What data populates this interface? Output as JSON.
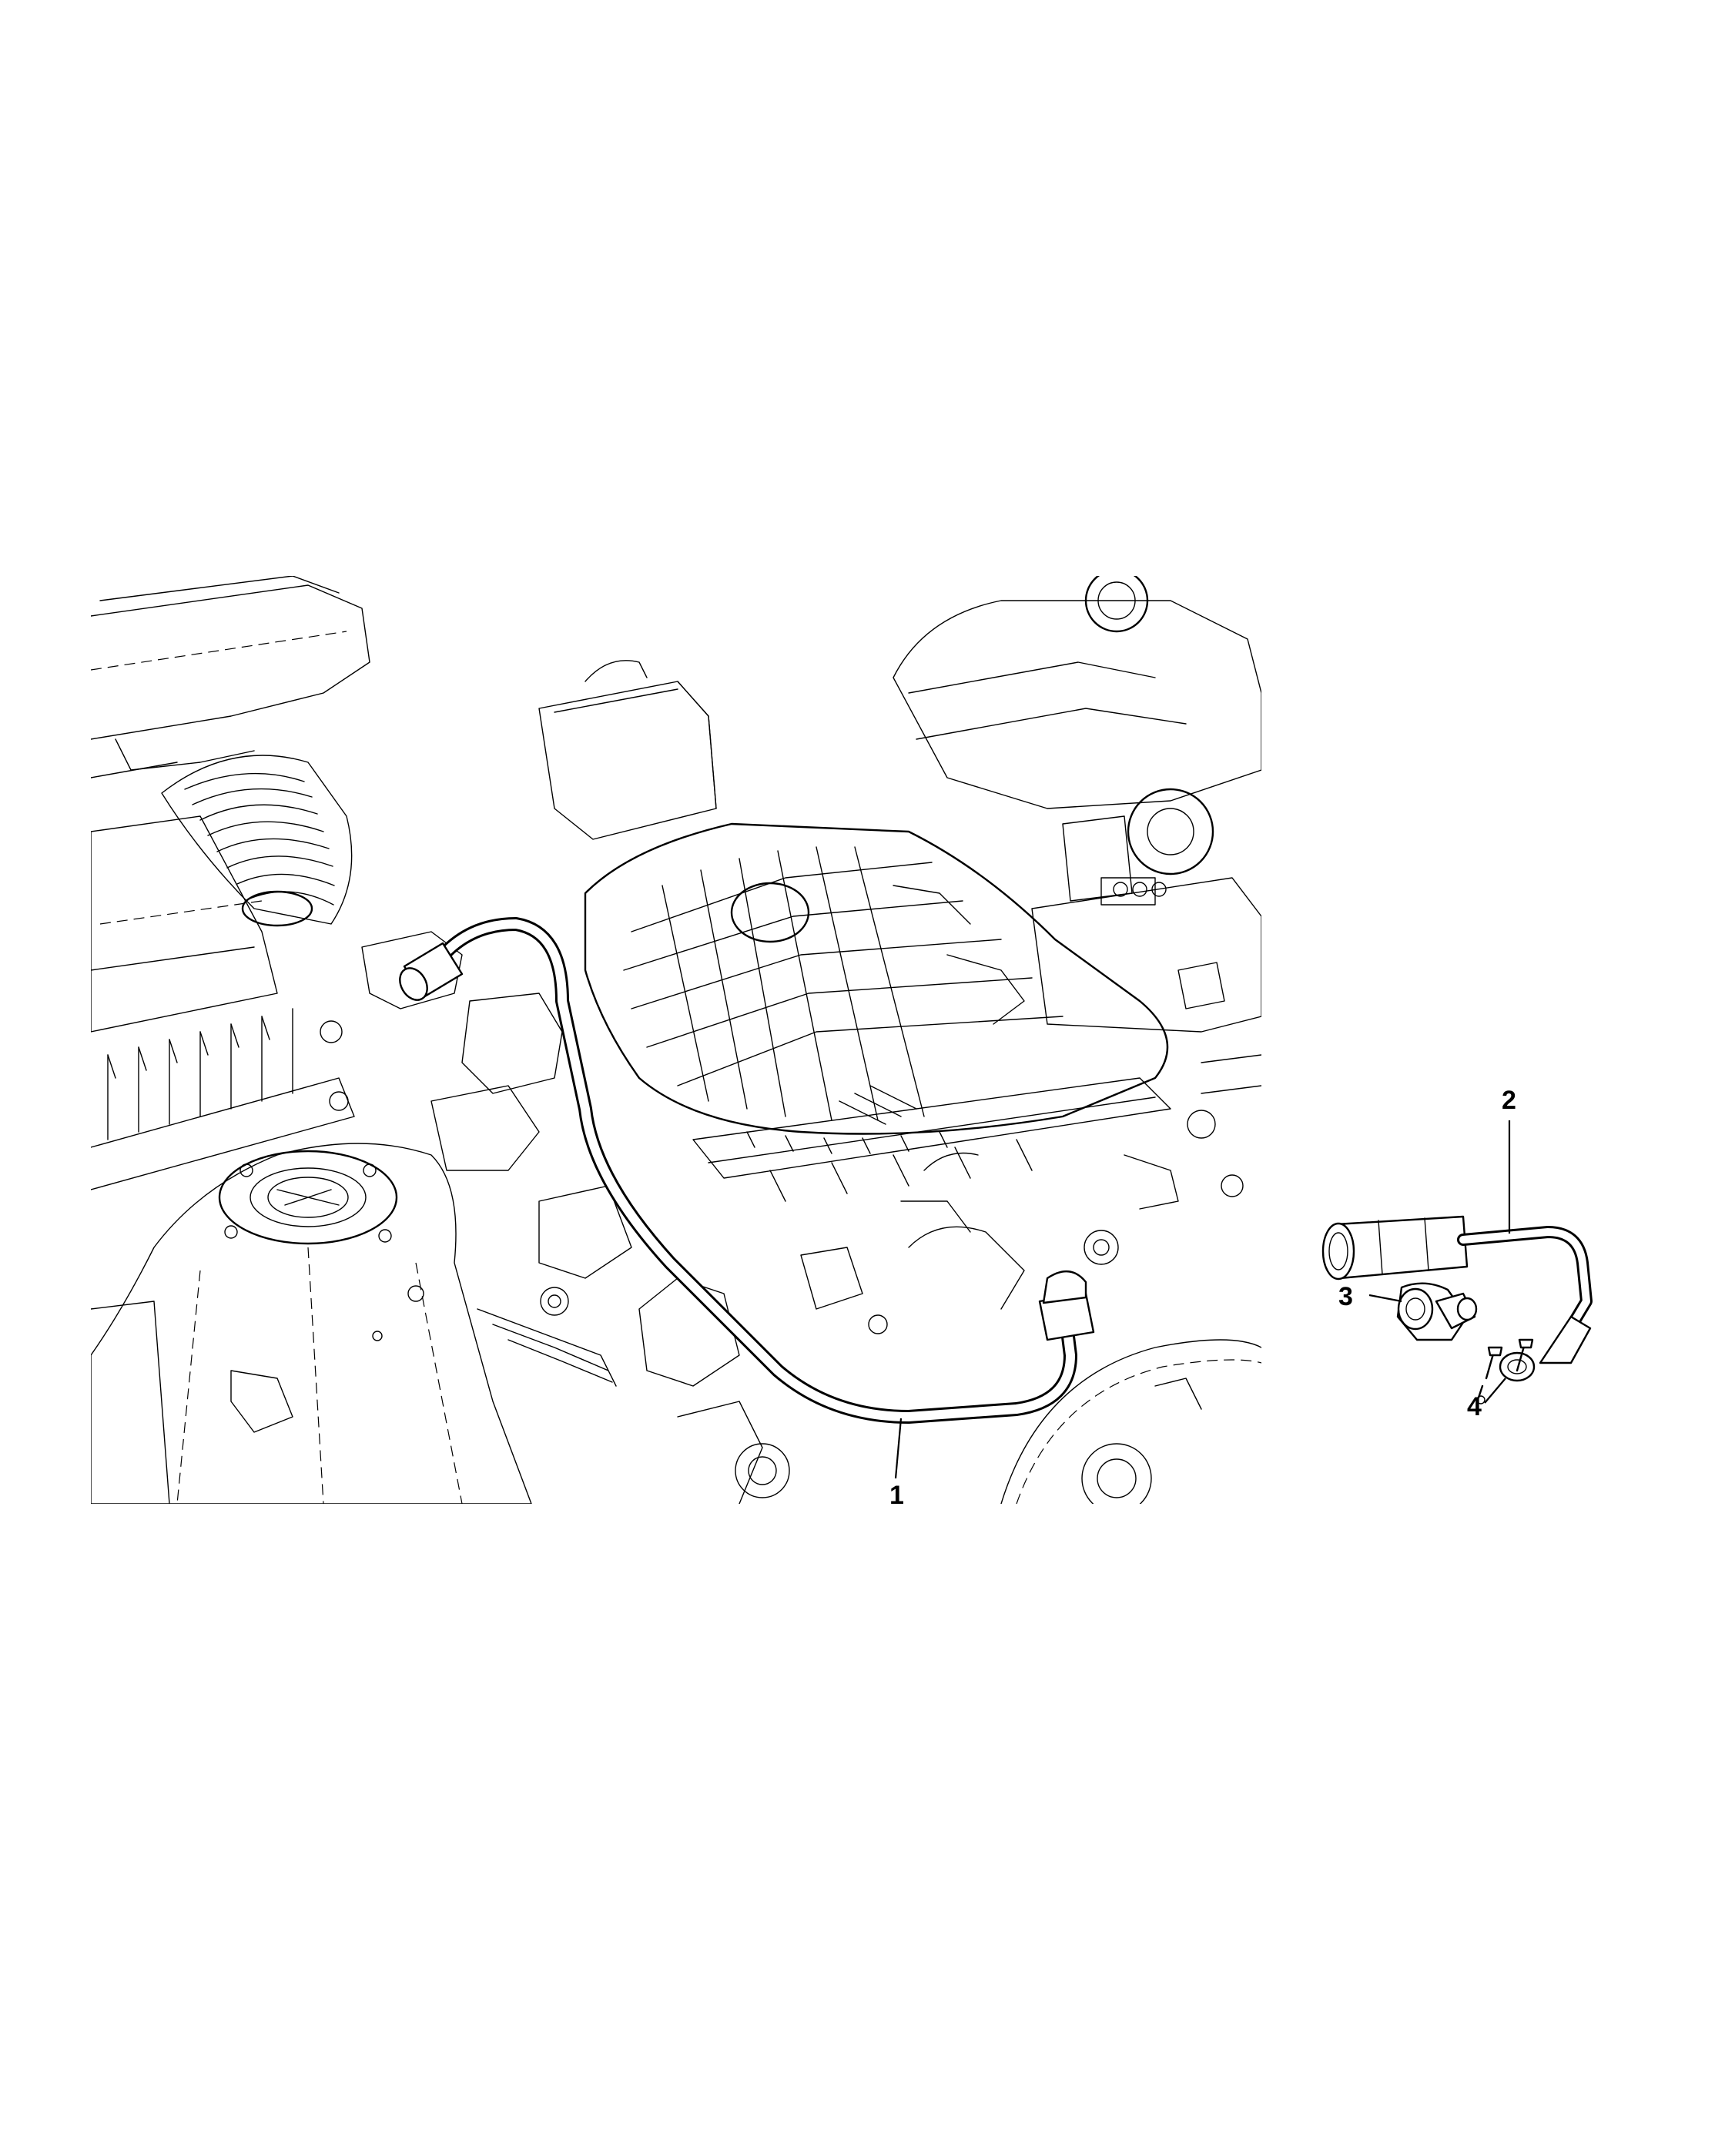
{
  "callouts": {
    "part1": "1",
    "part2": "2",
    "part3": "3",
    "part4": "4"
  },
  "icons": {
    "engine_view": "engine-compartment-line-art",
    "hose_part": "pcv-hose-icon",
    "valve_part": "pcv-valve-icon",
    "fastener_part": "bolt-icon"
  },
  "colors": {
    "line": "#000000",
    "background": "#ffffff"
  }
}
